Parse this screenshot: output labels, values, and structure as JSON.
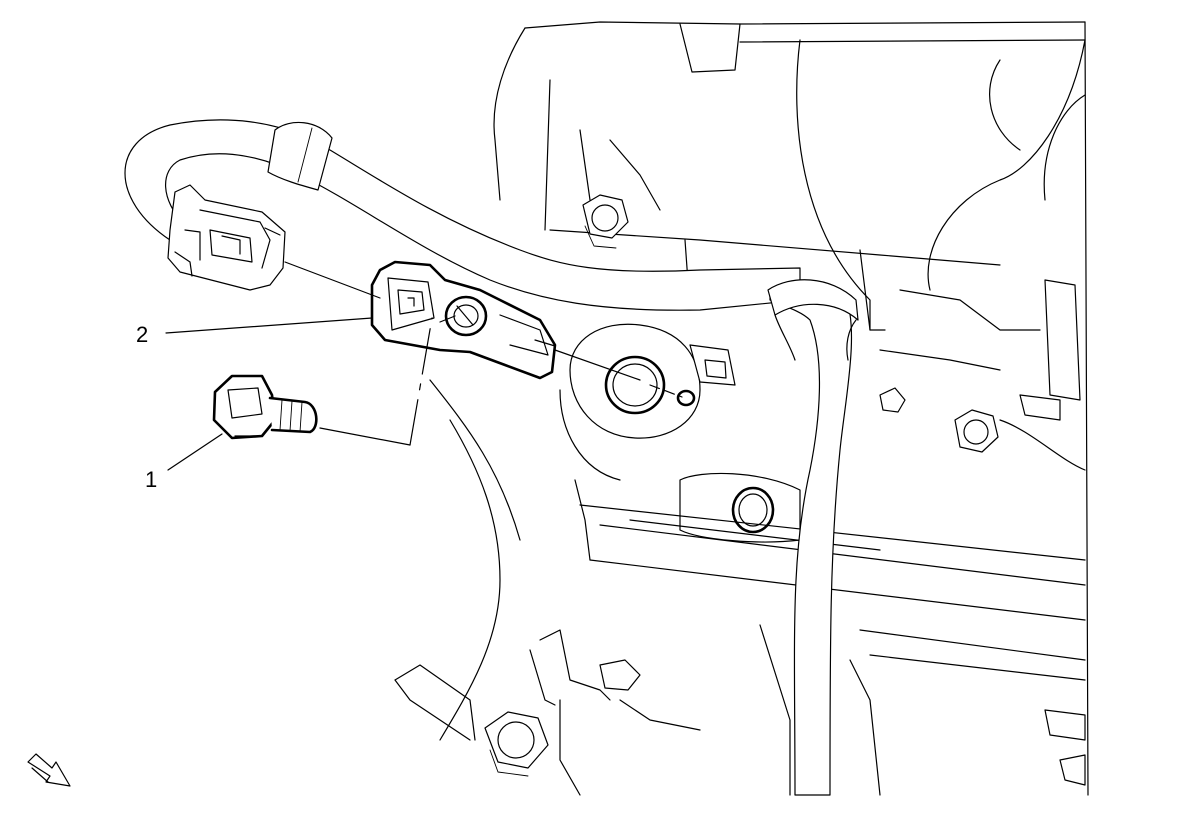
{
  "diagram": {
    "callouts": [
      {
        "id": "1",
        "label": "1"
      },
      {
        "id": "2",
        "label": "2"
      }
    ],
    "icons": {
      "view_arrow": "view-direction-arrow-icon"
    },
    "colors": {
      "line": "#000000",
      "background": "#ffffff"
    }
  }
}
